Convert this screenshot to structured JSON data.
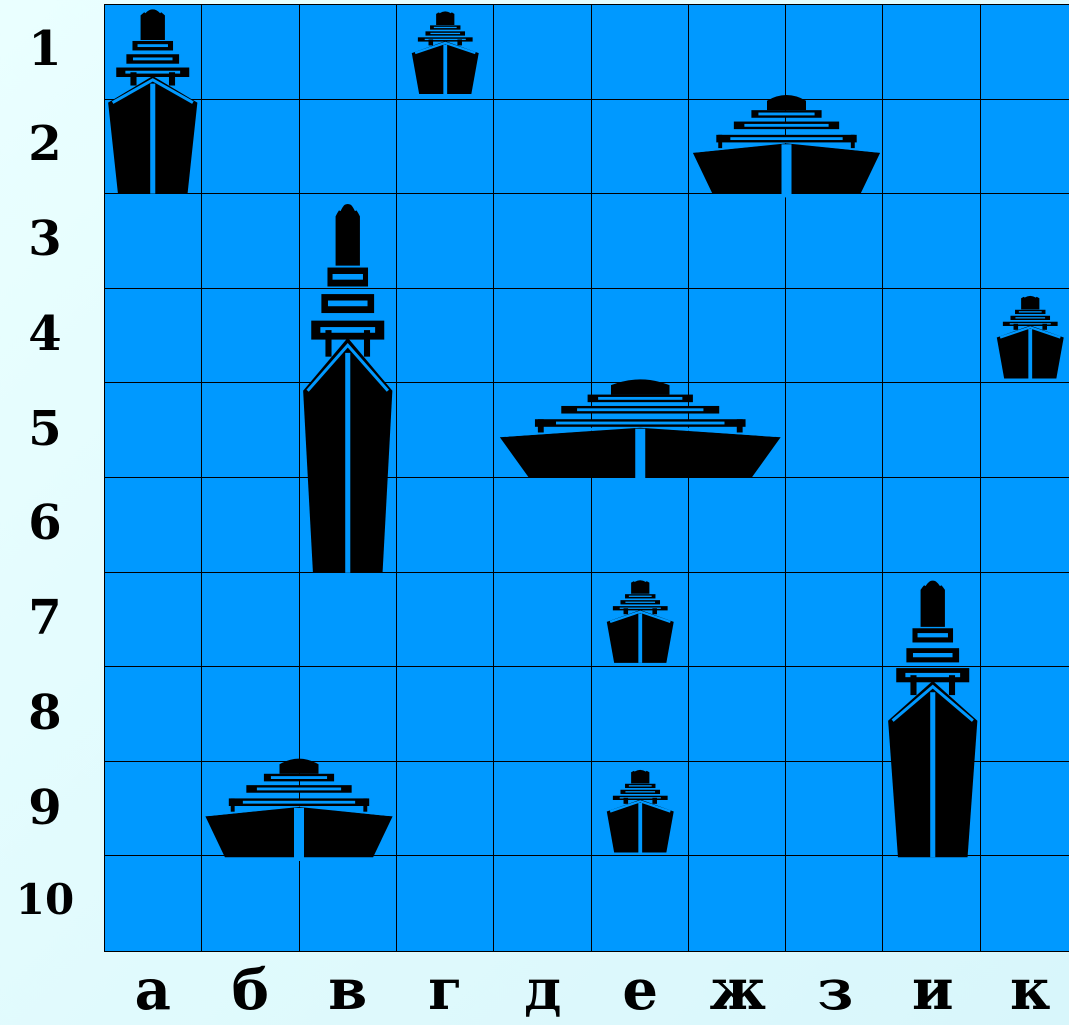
{
  "board": {
    "colors": {
      "water": "#0099ff",
      "grid": "#000000",
      "ship": "#000000",
      "background": "#e6fcff"
    },
    "columns": [
      "а",
      "б",
      "в",
      "г",
      "д",
      "е",
      "ж",
      "з",
      "и",
      "к"
    ],
    "rows": [
      "1",
      "2",
      "3",
      "4",
      "5",
      "6",
      "7",
      "8",
      "9",
      "10"
    ],
    "ships": [
      {
        "id": "ship-a1-a2",
        "size": 2,
        "orientation": "vertical",
        "col": 0,
        "row": 0
      },
      {
        "id": "ship-g1",
        "size": 1,
        "orientation": "vertical",
        "col": 3,
        "row": 0
      },
      {
        "id": "ship-zh2-z2",
        "size": 2,
        "orientation": "horizontal",
        "col": 6,
        "row": 1
      },
      {
        "id": "ship-v3-v6",
        "size": 4,
        "orientation": "vertical",
        "col": 2,
        "row": 2
      },
      {
        "id": "ship-k4",
        "size": 1,
        "orientation": "vertical",
        "col": 9,
        "row": 3
      },
      {
        "id": "ship-d5-zh5",
        "size": 3,
        "orientation": "horizontal",
        "col": 4,
        "row": 4
      },
      {
        "id": "ship-e7",
        "size": 1,
        "orientation": "vertical",
        "col": 5,
        "row": 6
      },
      {
        "id": "ship-i7-i9",
        "size": 3,
        "orientation": "vertical",
        "col": 8,
        "row": 6
      },
      {
        "id": "ship-b9-v9",
        "size": 2,
        "orientation": "horizontal",
        "col": 1,
        "row": 8
      },
      {
        "id": "ship-e9",
        "size": 1,
        "orientation": "vertical",
        "col": 5,
        "row": 8
      }
    ]
  }
}
